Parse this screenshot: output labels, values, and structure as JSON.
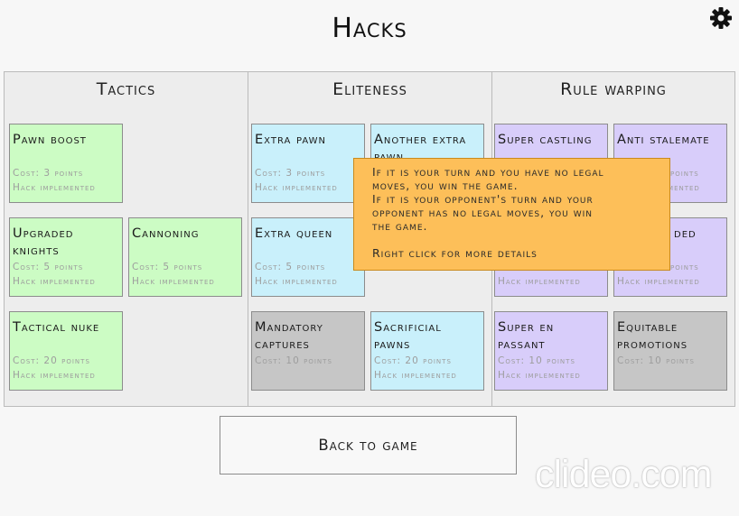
{
  "title": "Hacks",
  "settings_icon": "gear-icon",
  "columns": [
    {
      "title": "Tactics"
    },
    {
      "title": "Eliteness"
    },
    {
      "title": "Rule warping"
    }
  ],
  "cards": [
    {
      "name": "Pawn boost",
      "cost": "Cost: 3 points",
      "status": "Hack implemented",
      "color": "#ccfcc4"
    },
    {
      "name": "Upgraded knights",
      "cost": "Cost: 5 points",
      "status": "Hack implemented",
      "color": "#ccfcc4"
    },
    {
      "name": "Cannoning",
      "cost": "Cost: 5 points",
      "status": "Hack implemented",
      "color": "#ccfcc4"
    },
    {
      "name": "Tactical nuke",
      "cost": "Cost: 20 points",
      "status": "Hack implemented",
      "color": "#ccfcc4"
    },
    {
      "name": "Extra pawn",
      "cost": "Cost: 3 points",
      "status": "Hack implemented",
      "color": "#c9f0fb"
    },
    {
      "name": "Another extra pawn",
      "cost": "",
      "status": "",
      "color": "#c9f0fb"
    },
    {
      "name": "Extra queen",
      "cost": "Cost: 5 points",
      "status": "Hack implemented",
      "color": "#c9f0fb"
    },
    {
      "name": "Mandatory captures",
      "cost": "Cost: 10 points",
      "status": "",
      "color": "#c6c6c6"
    },
    {
      "name": "Sacrificial pawns",
      "cost": "Cost: 20 points",
      "status": "Hack implemented",
      "color": "#c9f0fb"
    },
    {
      "name": "Super castling",
      "cost": "",
      "status": "",
      "color": "#d8cdfa"
    },
    {
      "name": "Anti stalemate",
      "cost": "points",
      "status": "Hack implemented",
      "color": "#d8cdfa"
    },
    {
      "name": "",
      "cost": "",
      "status": "Hack implemented",
      "color": "#d8cdfa"
    },
    {
      "name": "ded",
      "cost": "points",
      "status": "Hack implemented",
      "color": "#d8cdfa"
    },
    {
      "name": "Super en passant",
      "cost": "Cost: 10 points",
      "status": "Hack implemented",
      "color": "#d8cdfa"
    },
    {
      "name": "Equitable promotions",
      "cost": "Cost: 10 points",
      "status": "",
      "color": "#c6c6c6"
    }
  ],
  "tooltip": {
    "line1": "If it is your turn and you have no legal",
    "line2": "moves, you win the game.",
    "line3": "If it is your opponent's turn and your",
    "line4": "opponent has no legal moves, you win",
    "line5": "the game.",
    "line6": "Right click for more details"
  },
  "back_button": "Back to game",
  "watermark": "clideo.com"
}
